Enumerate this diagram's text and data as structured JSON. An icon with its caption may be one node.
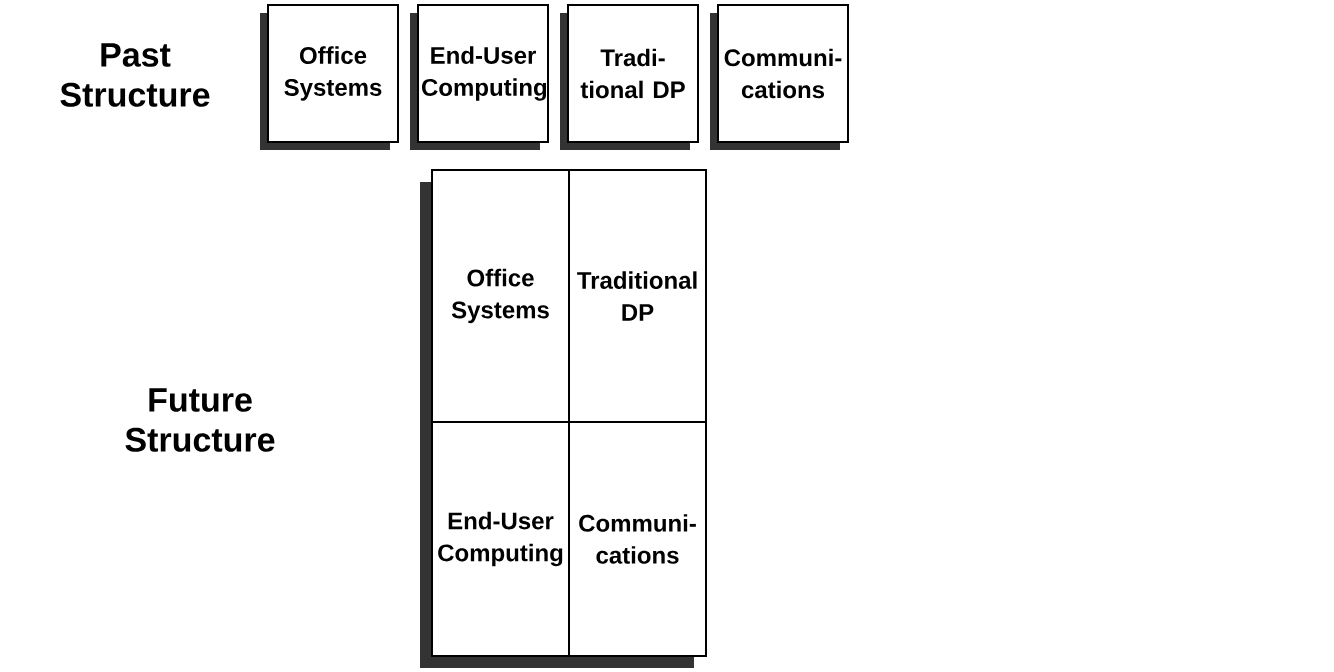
{
  "diagram": {
    "nodes": [
      {
        "text": [
          "Office Systems"
        ]
      },
      {
        "text": [
          "End-User Computing"
        ]
      },
      {
        "text": [
          "Tradi-tional DP"
        ]
      },
      {
        "text": [
          "Communi-cations"
        ]
      },
      {
        "text": [],
        "shape": "box"
      },
      {
        "text": [
          "Office Systems"
        ],
        "in": 4
      },
      {
        "text": [
          "Traditional DP"
        ],
        "in": 4
      },
      {
        "text": [
          "End-User Computing"
        ],
        "in": 4
      },
      {
        "text": [
          "Communi-cations"
        ],
        "in": 4
      }
    ],
    "edges": [],
    "labels": [
      "Past Structure",
      "Future Structure"
    ]
  }
}
